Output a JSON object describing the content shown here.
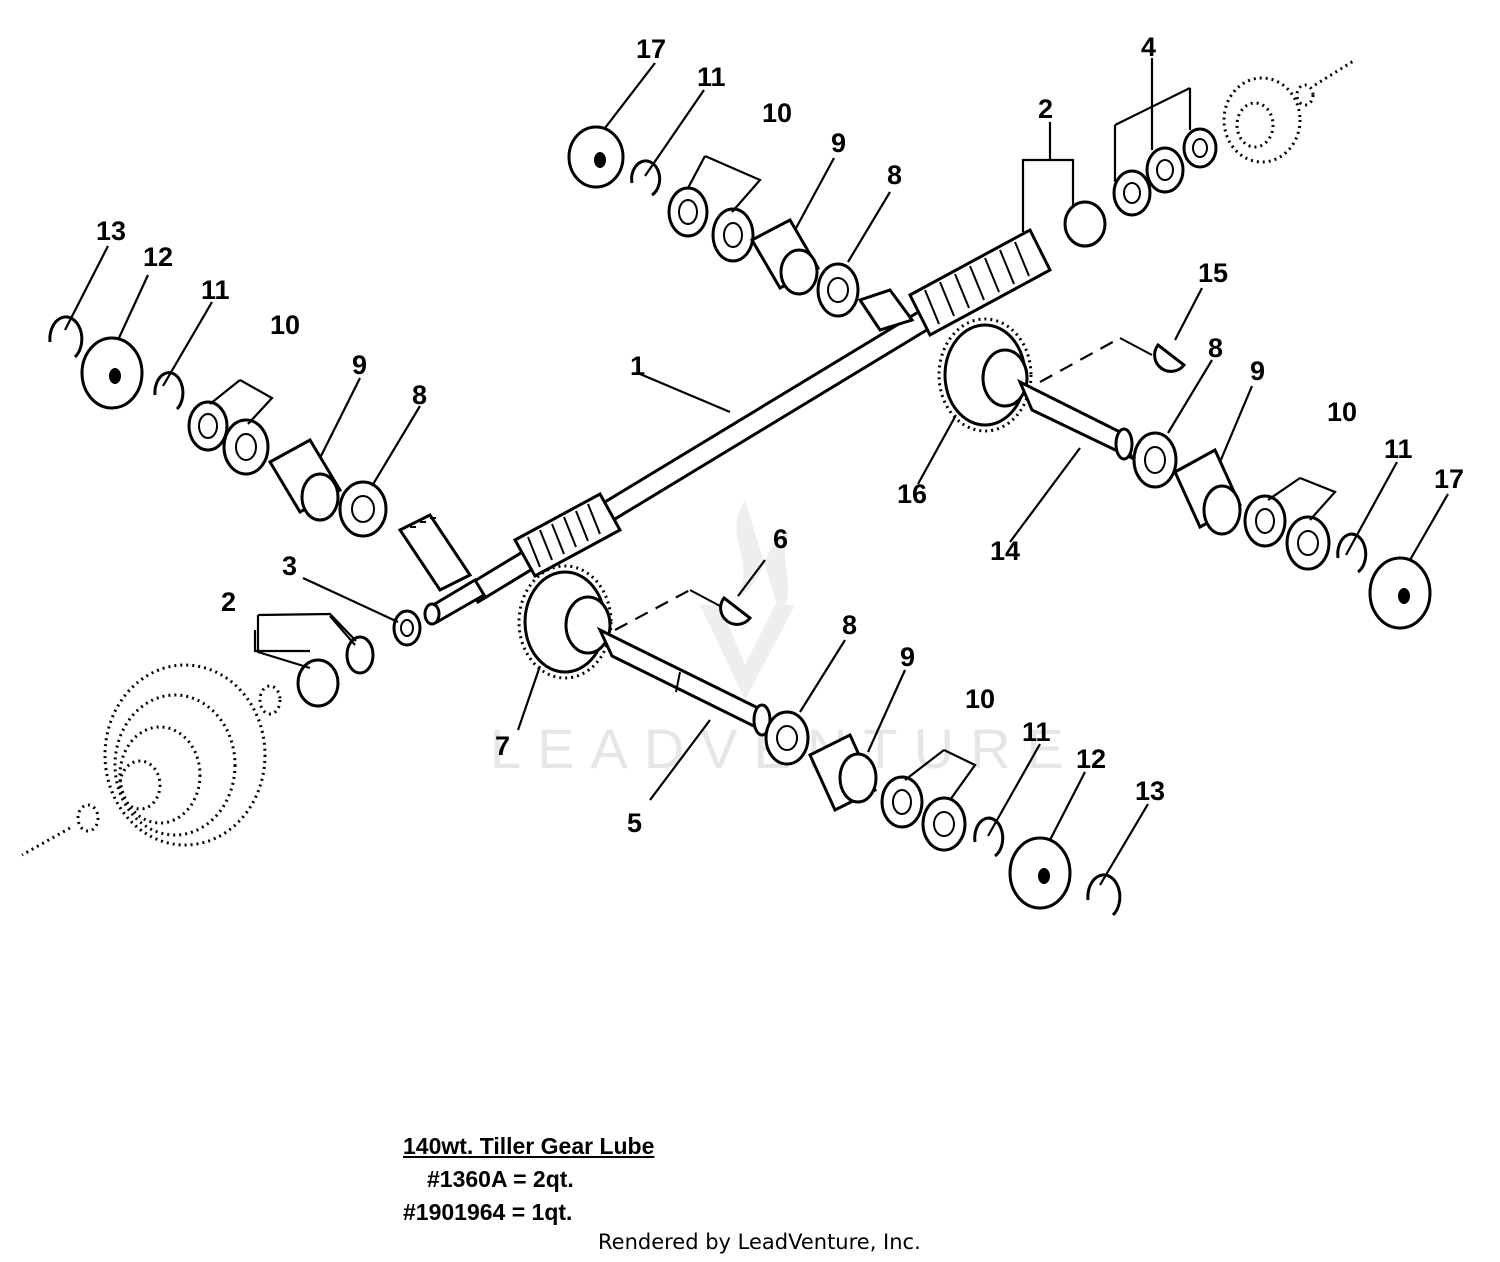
{
  "diagram": {
    "callouts": {
      "c1": "1",
      "c2_top": "2",
      "c2_left": "2",
      "c3": "3",
      "c4": "4",
      "c5": "5",
      "c6": "6",
      "c7": "7",
      "c8_top": "8",
      "c8_left": "8",
      "c8_right": "8",
      "c8_bottom": "8",
      "c9_top": "9",
      "c9_left": "9",
      "c9_right": "9",
      "c9_bottom": "9",
      "c10_top": "10",
      "c10_left": "10",
      "c10_right": "10",
      "c10_bottom": "10",
      "c11_top": "11",
      "c11_left": "11",
      "c11_right": "11",
      "c11_bottom": "11",
      "c12_left": "12",
      "c12_bottom": "12",
      "c13_left": "13",
      "c13_bottom": "13",
      "c14": "14",
      "c15": "15",
      "c16": "16",
      "c17_top": "17",
      "c17_right": "17"
    },
    "watermark": "LEADVENTURE"
  },
  "lube": {
    "title": "140wt. Tiller Gear Lube",
    "line1": "#1360A = 2qt.",
    "line2": "#1901964 = 1qt."
  },
  "credit": "Rendered by LeadVenture, Inc."
}
